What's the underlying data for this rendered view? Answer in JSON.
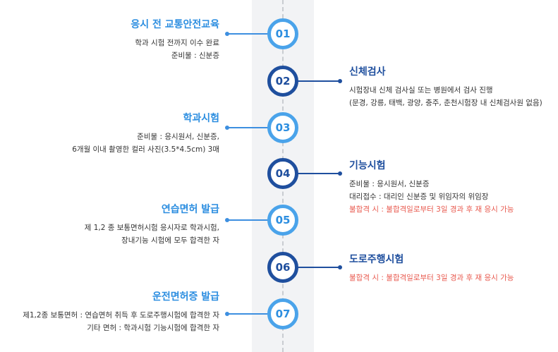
{
  "steps": [
    {
      "num": "01",
      "side": "left",
      "title": "응시 전 교통안전교육",
      "lines": [
        "학과 시험 전까지 이수 완료",
        "준비물 : 신분증"
      ],
      "warn": ""
    },
    {
      "num": "02",
      "side": "right",
      "title": "신체검사",
      "lines": [
        "시험장내 신체 검사실 또는 병원에서 검사 진행",
        "(문경, 강릉, 태백, 광양, 충주, 춘천시험장 내 신체검사원 없음)"
      ],
      "warn": ""
    },
    {
      "num": "03",
      "side": "left",
      "title": "학과시험",
      "lines": [
        "준비물 : 응시원서, 신분증,",
        "6개월 이내 촬영한 컬러 사진(3.5*4.5cm) 3매"
      ],
      "warn": ""
    },
    {
      "num": "04",
      "side": "right",
      "title": "기능시험",
      "lines": [
        "준비물 : 응시원서, 신분증",
        "대리접수 : 대리인 신분증 및 위임자의 위임장"
      ],
      "warn": "불합격 시 : 불합격일로부터 3일 경과 후 재 응시 가능"
    },
    {
      "num": "05",
      "side": "left",
      "title": "연습면허 발급",
      "lines": [
        "제 1,2 종 보통면허시험 응시자로 학과시험,",
        "장내기능 시험에 모두 합격한 자"
      ],
      "warn": ""
    },
    {
      "num": "06",
      "side": "right",
      "title": "도로주행시험",
      "lines": [],
      "warn": "불합격 시 : 불합격일로부터 3일 경과 후 재 응시 가능"
    },
    {
      "num": "07",
      "side": "left",
      "title": "운전면허증 발급",
      "lines": [
        "제1,2종 보통면허 : 연습면허 취득 후 도로주행시험에 합격한 자",
        "기타 면허 : 학과시험 기능시험에 합격한 자"
      ],
      "warn": ""
    }
  ]
}
